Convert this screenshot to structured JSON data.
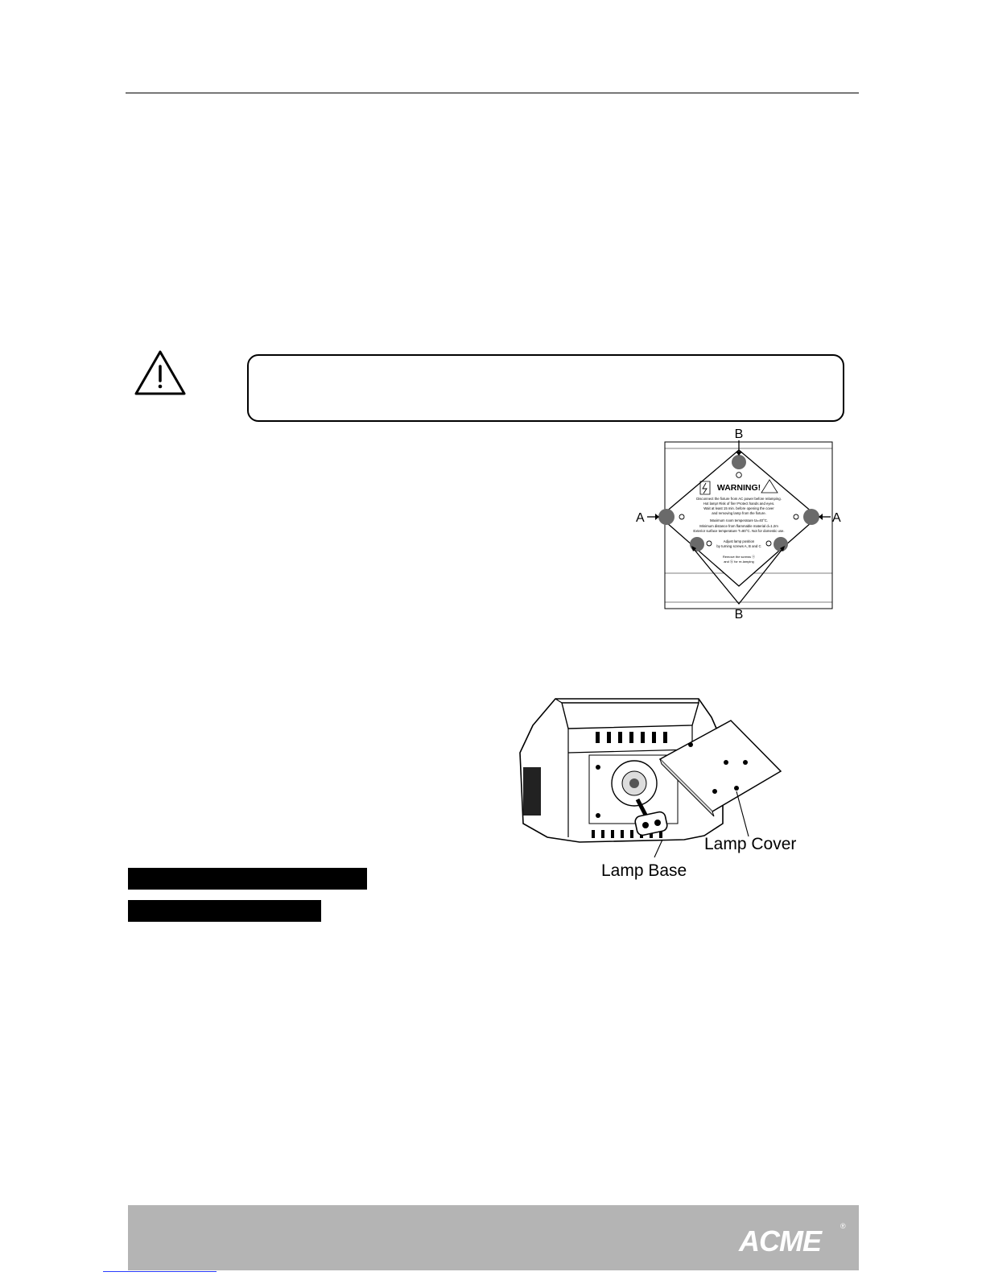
{
  "figure_warning_label": {
    "marker_b": "B",
    "marker_a": "A",
    "plate_title": "WARNING!",
    "plate_lines": [
      "Disconnect the fixture from AC power before relamping.",
      "Hot lamp! Risk of fire! Protect hands and eyes.",
      "Wait at least 15 min. before opening the cover",
      "and removing lamp from the fixture.",
      "Maximum room temperature ta=40°C.",
      "Minimum distance from flammable material d=1.2m",
      "Exterior surface temperature T=80°C. Not for domestic use.",
      "Adjust lamp position",
      "by turning screws A, B and C",
      "Remove the screws ⓐ",
      "and ⓑ for re-lamping"
    ]
  },
  "figure_lamp": {
    "lamp_cover_label": "Lamp Cover",
    "lamp_base_label": "Lamp Base"
  },
  "footer": {
    "logo_text": "ACME",
    "registered_mark": "®"
  }
}
